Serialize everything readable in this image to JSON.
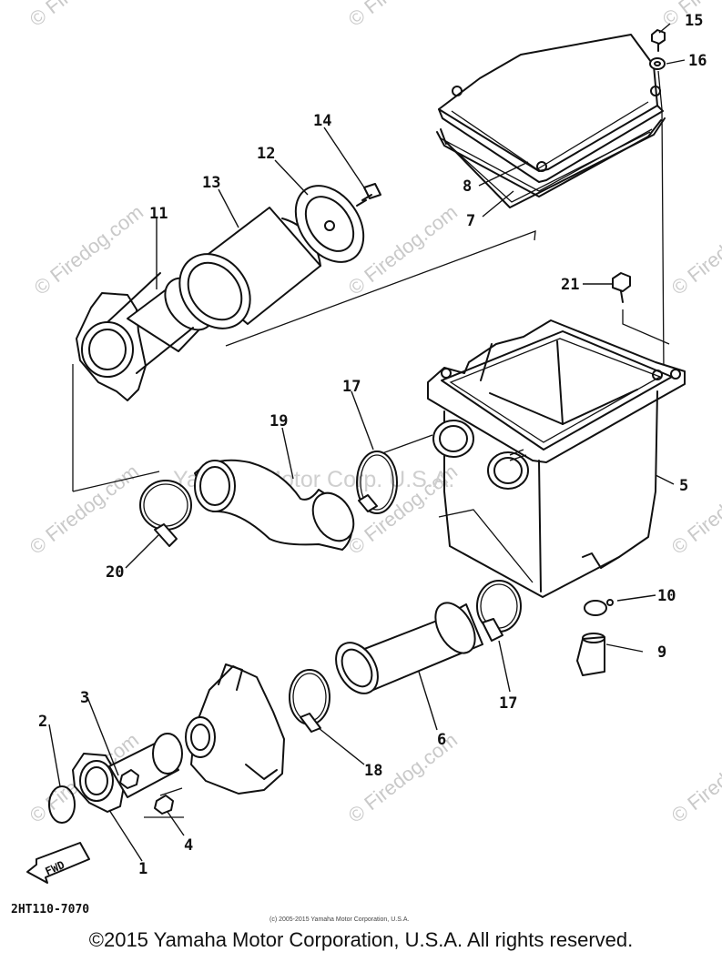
{
  "diagram": {
    "drawing_code": "2HT110-7070",
    "fwd_label": "FWD",
    "image_copyright": "(c) 2005-2015 Yamaha Motor Corporation, U.S.A.",
    "watermark_text": "© Firedog.com",
    "center_watermark": "Yamaha Motor Corp. U.S.A.",
    "part_labels": {
      "p1": "1",
      "p2": "2",
      "p3": "3",
      "p4": "4",
      "p5": "5",
      "p6": "6",
      "p7": "7",
      "p8": "8",
      "p9": "9",
      "p10": "10",
      "p11": "11",
      "p12": "12",
      "p13": "13",
      "p14": "14",
      "p15": "15",
      "p16": "16",
      "p17a": "17",
      "p17b": "17",
      "p18": "18",
      "p19": "19",
      "p20": "20",
      "p21": "21"
    }
  },
  "footer": {
    "copyright": "©2015 Yamaha Motor Corporation, U.S.A. All rights reserved."
  }
}
